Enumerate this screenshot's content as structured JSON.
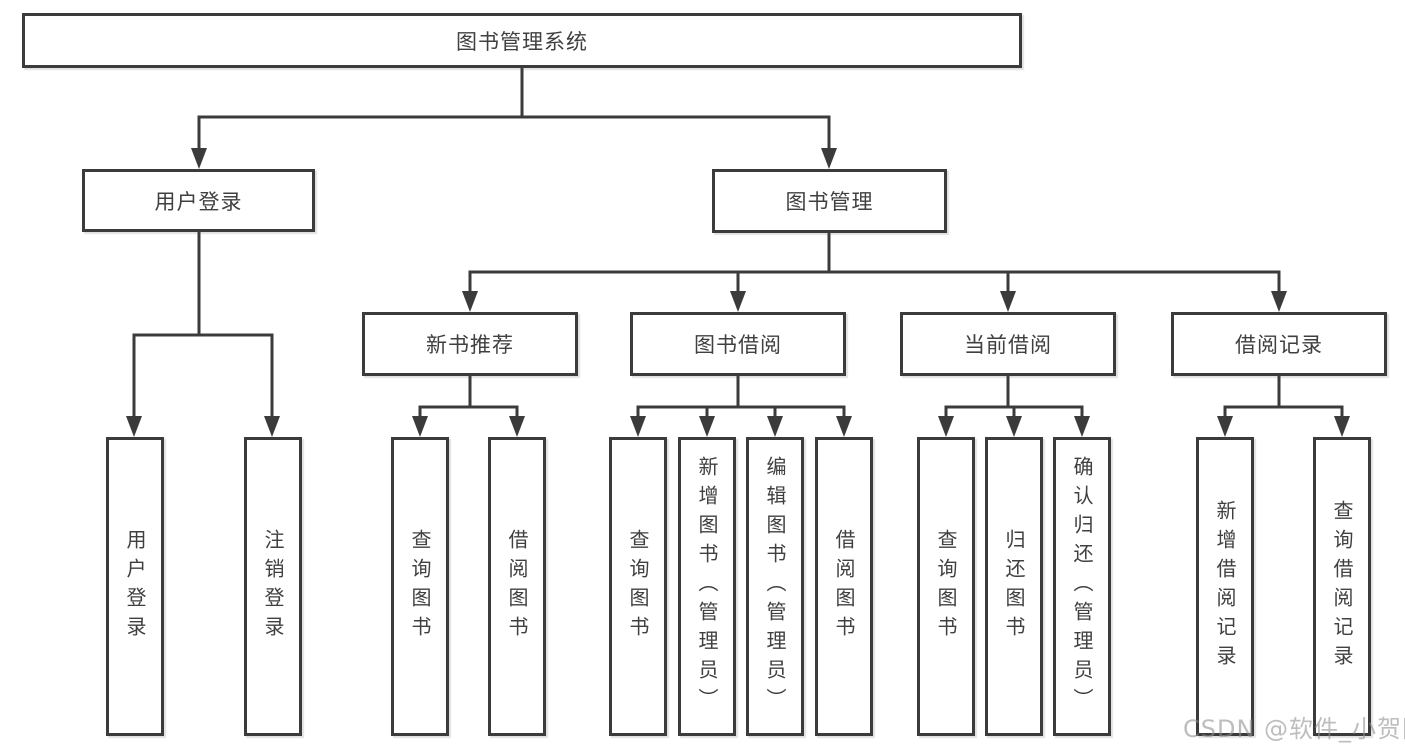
{
  "tree": {
    "label": "图书管理系统",
    "children": [
      {
        "label": "用户登录",
        "children": [
          {
            "label": "用户登录"
          },
          {
            "label": "注销登录"
          }
        ]
      },
      {
        "label": "图书管理",
        "children": [
          {
            "label": "新书推荐",
            "children": [
              {
                "label": "查询图书"
              },
              {
                "label": "借阅图书"
              }
            ]
          },
          {
            "label": "图书借阅",
            "children": [
              {
                "label": "查询图书"
              },
              {
                "label": "新增图书（管理员）"
              },
              {
                "label": "编辑图书（管理员）"
              },
              {
                "label": "借阅图书"
              }
            ]
          },
          {
            "label": "当前借阅",
            "children": [
              {
                "label": "查询图书"
              },
              {
                "label": "归还图书"
              },
              {
                "label": "确认归还（管理员）"
              }
            ]
          },
          {
            "label": "借阅记录",
            "children": [
              {
                "label": "新增借阅记录"
              },
              {
                "label": "查询借阅记录"
              }
            ]
          }
        ]
      }
    ]
  },
  "watermark": "CSDN @软件_小贺同学",
  "colors": {
    "line": "#3b3b3b",
    "box_border": "#3b3b3b",
    "text": "#404040",
    "background": "#ffffff",
    "watermark": "#919191"
  }
}
